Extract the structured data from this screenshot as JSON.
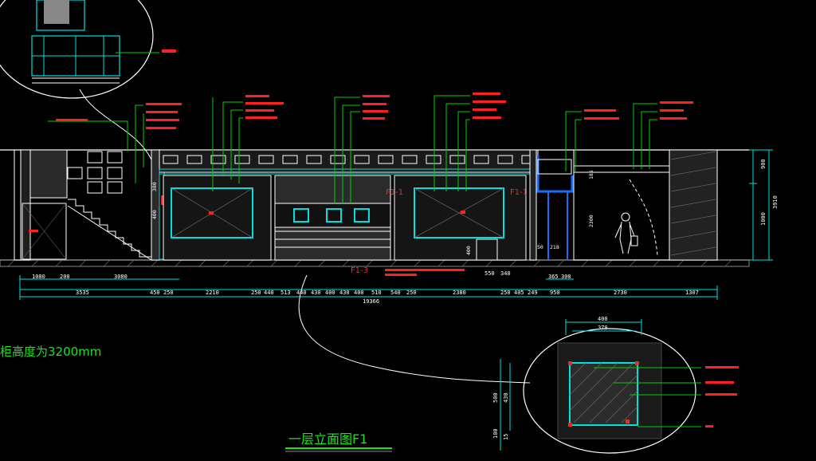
{
  "drawing": {
    "title": "一层立面图F1",
    "note": "柜高度为3200mm",
    "section_tags": [
      "F1-3",
      "F1-1",
      "F1-1"
    ]
  },
  "dimensions": {
    "row1": [
      "1080",
      "200",
      "3080",
      "365",
      "300"
    ],
    "row2": [
      "3535",
      "450",
      "250",
      "2210",
      "250",
      "440",
      "513",
      "440",
      "430",
      "400",
      "430",
      "400",
      "510",
      "540",
      "250",
      "2380",
      "250",
      "405",
      "249",
      "950",
      "2730",
      "1307"
    ],
    "total": "19366",
    "small": [
      "550",
      "340"
    ],
    "right_vertical": [
      "900",
      "1000",
      "3910"
    ],
    "interior_vertical": [
      "380",
      "400",
      "2300",
      "185",
      "400",
      "50",
      "218"
    ],
    "detail_top": [
      "400",
      "370"
    ],
    "detail_left": [
      "500",
      "430",
      "100",
      "15"
    ]
  },
  "colors": {
    "background": "#000000",
    "outline": "#ffffff",
    "annotation": "#ff2020",
    "leader": "#00d000",
    "dimension": "#00e0e0",
    "highlight": "#1a6cff",
    "title": "#19e619"
  }
}
